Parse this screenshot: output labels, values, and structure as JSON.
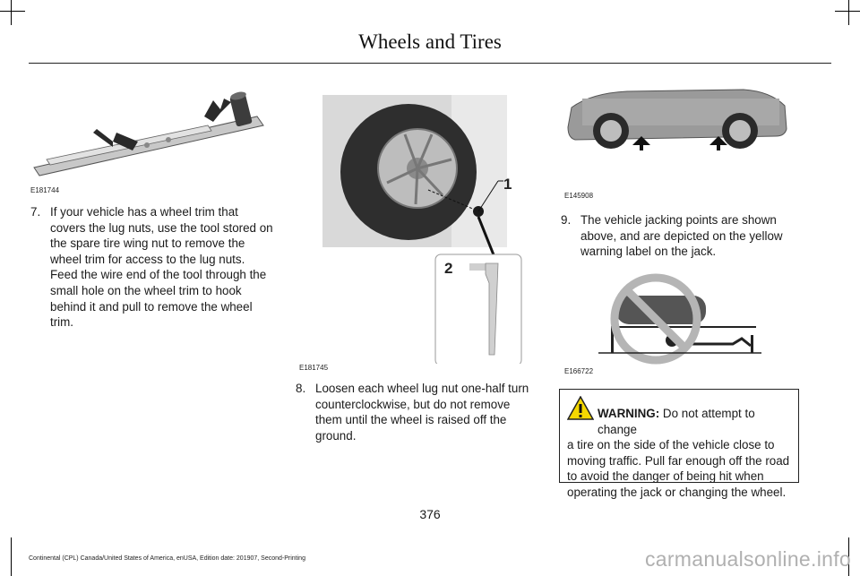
{
  "header": {
    "title": "Wheels and Tires"
  },
  "figures": {
    "lug_wrench": {
      "code": "E181744",
      "icon": "lug-wrench-illustration"
    },
    "wheel_trim": {
      "code": "E181745",
      "callout_1": "1",
      "callout_2": "2",
      "icon": "wheel-trim-hook-illustration"
    },
    "jacking_points": {
      "code": "E145908",
      "icon": "vehicle-jacking-points-illustration"
    },
    "no_under_vehicle": {
      "code": "E166722",
      "icon": "prohibition-person-under-vehicle-illustration"
    }
  },
  "steps": [
    {
      "number": "7.",
      "text": "If your vehicle has a wheel trim that covers the lug nuts, use the tool stored on the spare tire wing nut to remove the wheel trim for access to the lug nuts. Feed the wire end of the tool through the small hole on the wheel trim to hook behind it and pull to remove the wheel trim."
    },
    {
      "number": "8.",
      "text": "Loosen each wheel lug nut one-half turn counterclockwise, but do not remove them until the wheel is raised off the ground."
    },
    {
      "number": "9.",
      "text": "The vehicle jacking points are shown above, and are depicted on the yellow warning label on the jack."
    }
  ],
  "warning": {
    "label": "WARNING:",
    "text_first": "Do not attempt to change",
    "text_rest": "a tire on the side of the vehicle close to moving traffic. Pull far enough off the road to avoid the danger of being hit when operating the jack or changing the wheel.",
    "icon": "warning-triangle-icon",
    "icon_color": "#f5d800"
  },
  "page_number": "376",
  "footer": "Continental (CPL) Canada/United States of America, enUSA, Edition date: 201907, Second-Printing",
  "watermark": "carmanualsonline.info"
}
